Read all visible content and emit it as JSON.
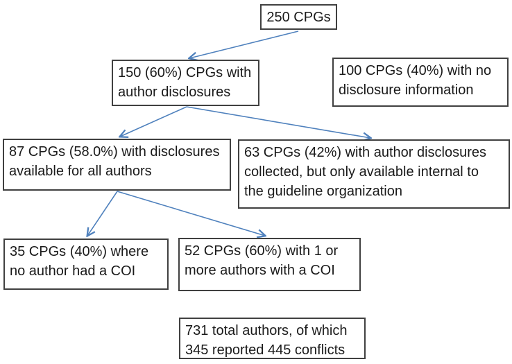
{
  "diagram": {
    "type": "flowchart",
    "topic": "CPG author conflict-of-interest disclosures",
    "colors": {
      "arrow": "#4F81BD",
      "box_border": "#404040",
      "text": "#1a1a1a",
      "background": "#ffffff"
    },
    "nodes": [
      {
        "id": "total",
        "lines": [
          "250 CPGs"
        ]
      },
      {
        "id": "with-discl",
        "lines": [
          "150 (60%) CPGs with",
          "author disclosures"
        ]
      },
      {
        "id": "no-discl",
        "lines": [
          "100 CPGs (40%) with no",
          "disclosure information"
        ]
      },
      {
        "id": "all-authors",
        "lines": [
          "87 CPGs (58.0%) with disclosures",
          "available for all authors"
        ]
      },
      {
        "id": "internal-only",
        "lines": [
          "63 CPGs (42%) with author disclosures",
          "collected, but only available internal to",
          "the guideline organization"
        ]
      },
      {
        "id": "no-coi",
        "lines": [
          "35 CPGs (40%) where",
          "no author had a COI"
        ]
      },
      {
        "id": "with-coi",
        "lines": [
          "52 CPGs (60%) with 1 or",
          "more authors with a COI"
        ]
      },
      {
        "id": "totals",
        "lines": [
          "731 total authors, of which",
          "345 reported 445 conflicts"
        ]
      }
    ],
    "edges": [
      {
        "from": "total",
        "to": "with-discl"
      },
      {
        "from": "with-discl",
        "to": "all-authors"
      },
      {
        "from": "with-discl",
        "to": "internal-only"
      },
      {
        "from": "all-authors",
        "to": "no-coi"
      },
      {
        "from": "all-authors",
        "to": "with-coi"
      }
    ]
  }
}
